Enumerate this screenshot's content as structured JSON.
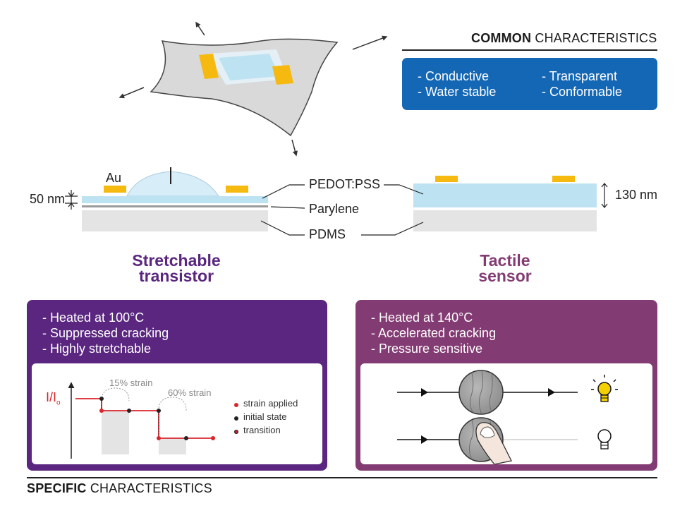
{
  "common": {
    "title_bold": "COMMON",
    "title_rest": " CHARACTERISTICS",
    "items": [
      "- Conductive",
      "- Transparent",
      "- Water stable",
      "- Conformable"
    ]
  },
  "layers": {
    "au": "Au",
    "gate": "I",
    "thickness_left": "50 nm",
    "thickness_right": "130 nm",
    "pedot": "PEDOT:PSS",
    "parylene": "Parylene",
    "pdms": "PDMS"
  },
  "devices": {
    "left_line1": "Stretchable",
    "left_line2": "transistor",
    "right_line1": "Tactile",
    "right_line2": "sensor"
  },
  "left_panel": {
    "items": [
      "- Heated at 100°C",
      "- Suppressed cracking",
      "- Highly stretchable"
    ],
    "plot": {
      "ylabel_main": "I/I",
      "ylabel_sub": "o",
      "strain1": "15% strain",
      "strain2": "60% strain"
    },
    "legend": [
      "strain applied",
      "initial state",
      "transition"
    ]
  },
  "right_panel": {
    "items": [
      "- Heated at 140°C",
      "- Accelerated cracking",
      "- Pressure sensitive"
    ]
  },
  "specific": {
    "title_bold": "SPECIFIC",
    "title_rest": " CHARACTERISTICS"
  },
  "colors": {
    "blue_box": "#1467b4",
    "purple": "#5a267f",
    "magenta": "#833c73",
    "gold": "#f5b90f",
    "pedot_blue": "#bde3f2",
    "pdms_gray": "#e4e4e4",
    "red": "#d9252b"
  }
}
